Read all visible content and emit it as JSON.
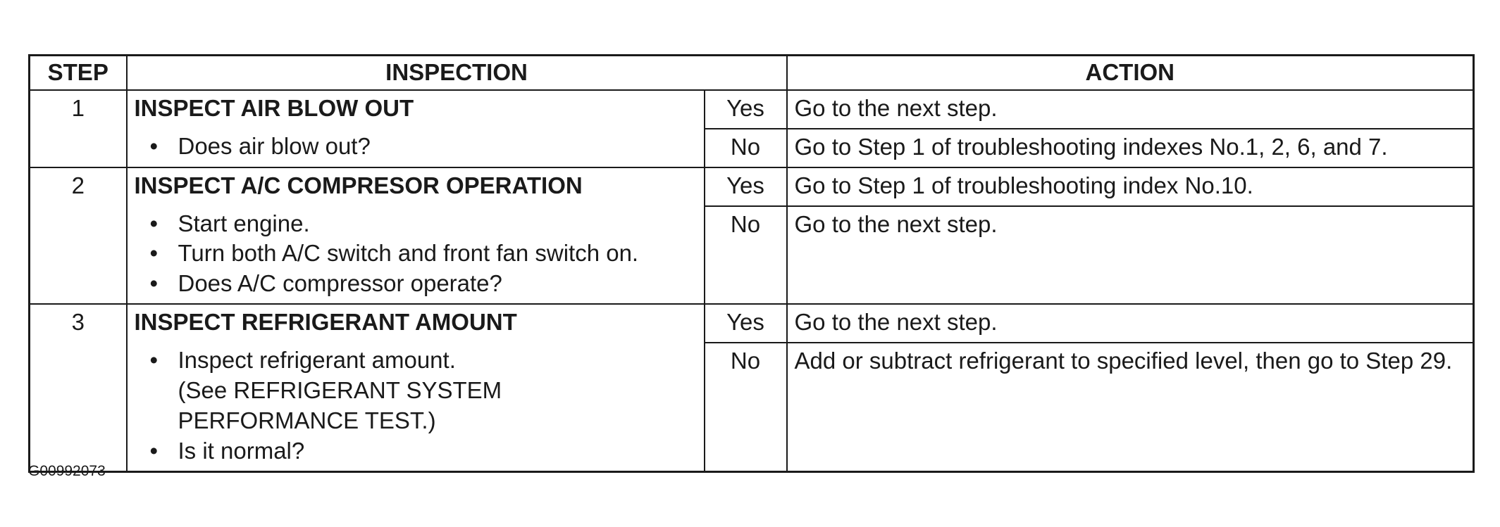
{
  "table": {
    "headers": {
      "step": "STEP",
      "inspection": "INSPECTION",
      "action": "ACTION"
    },
    "bullet_glyph": "•",
    "rows": [
      {
        "step": "1",
        "title": "INSPECT AIR BLOW OUT",
        "checks": [
          "Does air blow out?"
        ],
        "yes_label": "Yes",
        "yes_action": "Go to the next step.",
        "no_label": "No",
        "no_action": "Go to Step 1 of troubleshooting indexes No.1, 2, 6, and 7."
      },
      {
        "step": "2",
        "title": "INSPECT A/C COMPRESOR OPERATION",
        "checks": [
          "Start engine.",
          "Turn both A/C switch and front fan switch on.",
          "Does A/C compressor operate?"
        ],
        "yes_label": "Yes",
        "yes_action": "Go to Step 1 of troubleshooting index No.10.",
        "no_label": "No",
        "no_action": "Go to the next step."
      },
      {
        "step": "3",
        "title": "INSPECT REFRIGERANT AMOUNT",
        "checks_line1": "Inspect refrigerant amount.",
        "checks_line2": "(See REFRIGERANT SYSTEM",
        "checks_line3": "PERFORMANCE TEST.)",
        "checks_last": "Is it normal?",
        "yes_label": "Yes",
        "yes_action": "Go to the next step.",
        "no_label": "No",
        "no_action": "Add or subtract refrigerant to specified level, then go to Step 29."
      }
    ]
  },
  "figure_id": "G00992073"
}
